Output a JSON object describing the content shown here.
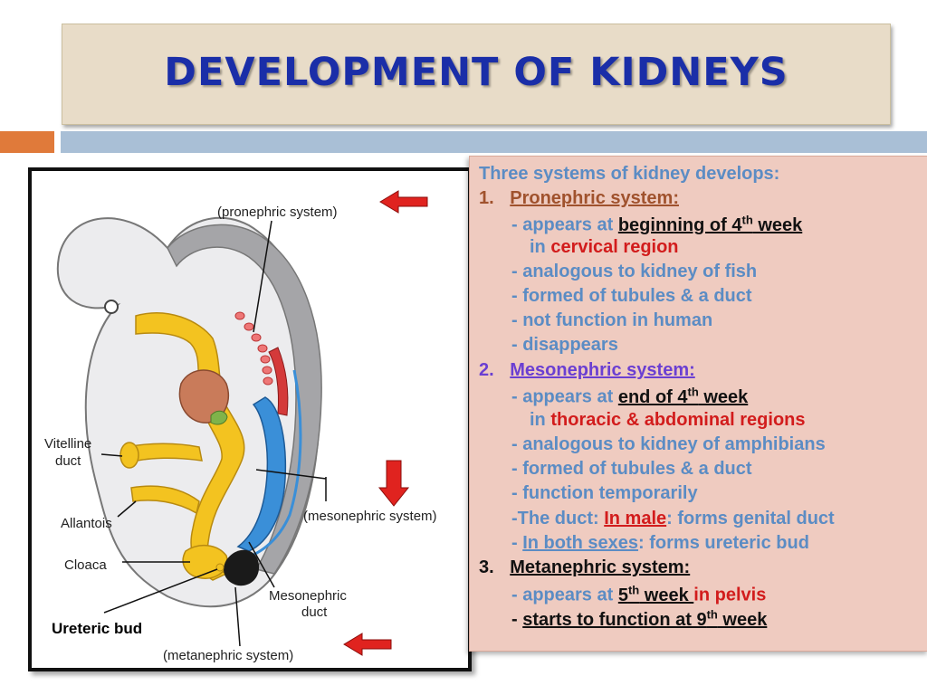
{
  "title": "DEVELOPMENT OF KIDNEYS",
  "diagram": {
    "labels": {
      "pronephric": "(pronephric system)",
      "vitelline_1": "Vitelline",
      "vitelline_2": "duct",
      "allantois": "Allantois",
      "mesonephric_system": "(mesonephric system)",
      "cloaca": "Cloaca",
      "mesonephric_duct_1": "Mesonephric",
      "mesonephric_duct_2": "duct",
      "metanephric": "(metanephric system)",
      "ureteric_bud": "Ureteric bud"
    },
    "colors": {
      "arrow": "#e0231f",
      "yellow": "#f3c320",
      "blue": "#3a8fd8",
      "red_tubules": "#d43a3a",
      "gray": "#a5a5a8"
    }
  },
  "text": {
    "intro": "Three systems of kidney develops:",
    "s1": {
      "num": "1.",
      "heading": "Pronephric system:",
      "l1_a": "-  appears at ",
      "l1_b": "beginning of 4",
      "l1_sup": "th",
      "l1_c": " week",
      "l2_a": "in ",
      "l2_b": "cervical region",
      "l3": "- analogous to kidney of fish",
      "l4": "- formed of tubules & a duct",
      "l5": "- not function in human",
      "l6": "- disappears"
    },
    "s2": {
      "num": "2.",
      "heading": "Mesonephric system:",
      "l1_a": "- appears at ",
      "l1_b": "end of 4",
      "l1_sup": "th",
      "l1_c": " week",
      "l2_a": "in ",
      "l2_b": "thoracic & abdominal regions",
      "l3": "- analogous to kidney of amphibians",
      "l4": "- formed of tubules & a duct",
      "l5": "- function temporarily",
      "l6_a": "-The duct: ",
      "l6_b": "In male",
      "l6_c": ": forms genital duct",
      "l7_a": "- ",
      "l7_b": "In both sexes",
      "l7_c": ": forms ureteric bud"
    },
    "s3": {
      "num": "3.",
      "heading": "Metanephric system:",
      "l1_a": "- appears at ",
      "l1_b": "5",
      "l1_sup": "th",
      "l1_c": " week ",
      "l1_d": "in ",
      "l1_e": "pelvis",
      "l2_a": "- ",
      "l2_b": "starts to function at 9",
      "l2_sup": "th",
      "l2_c": " week"
    }
  }
}
